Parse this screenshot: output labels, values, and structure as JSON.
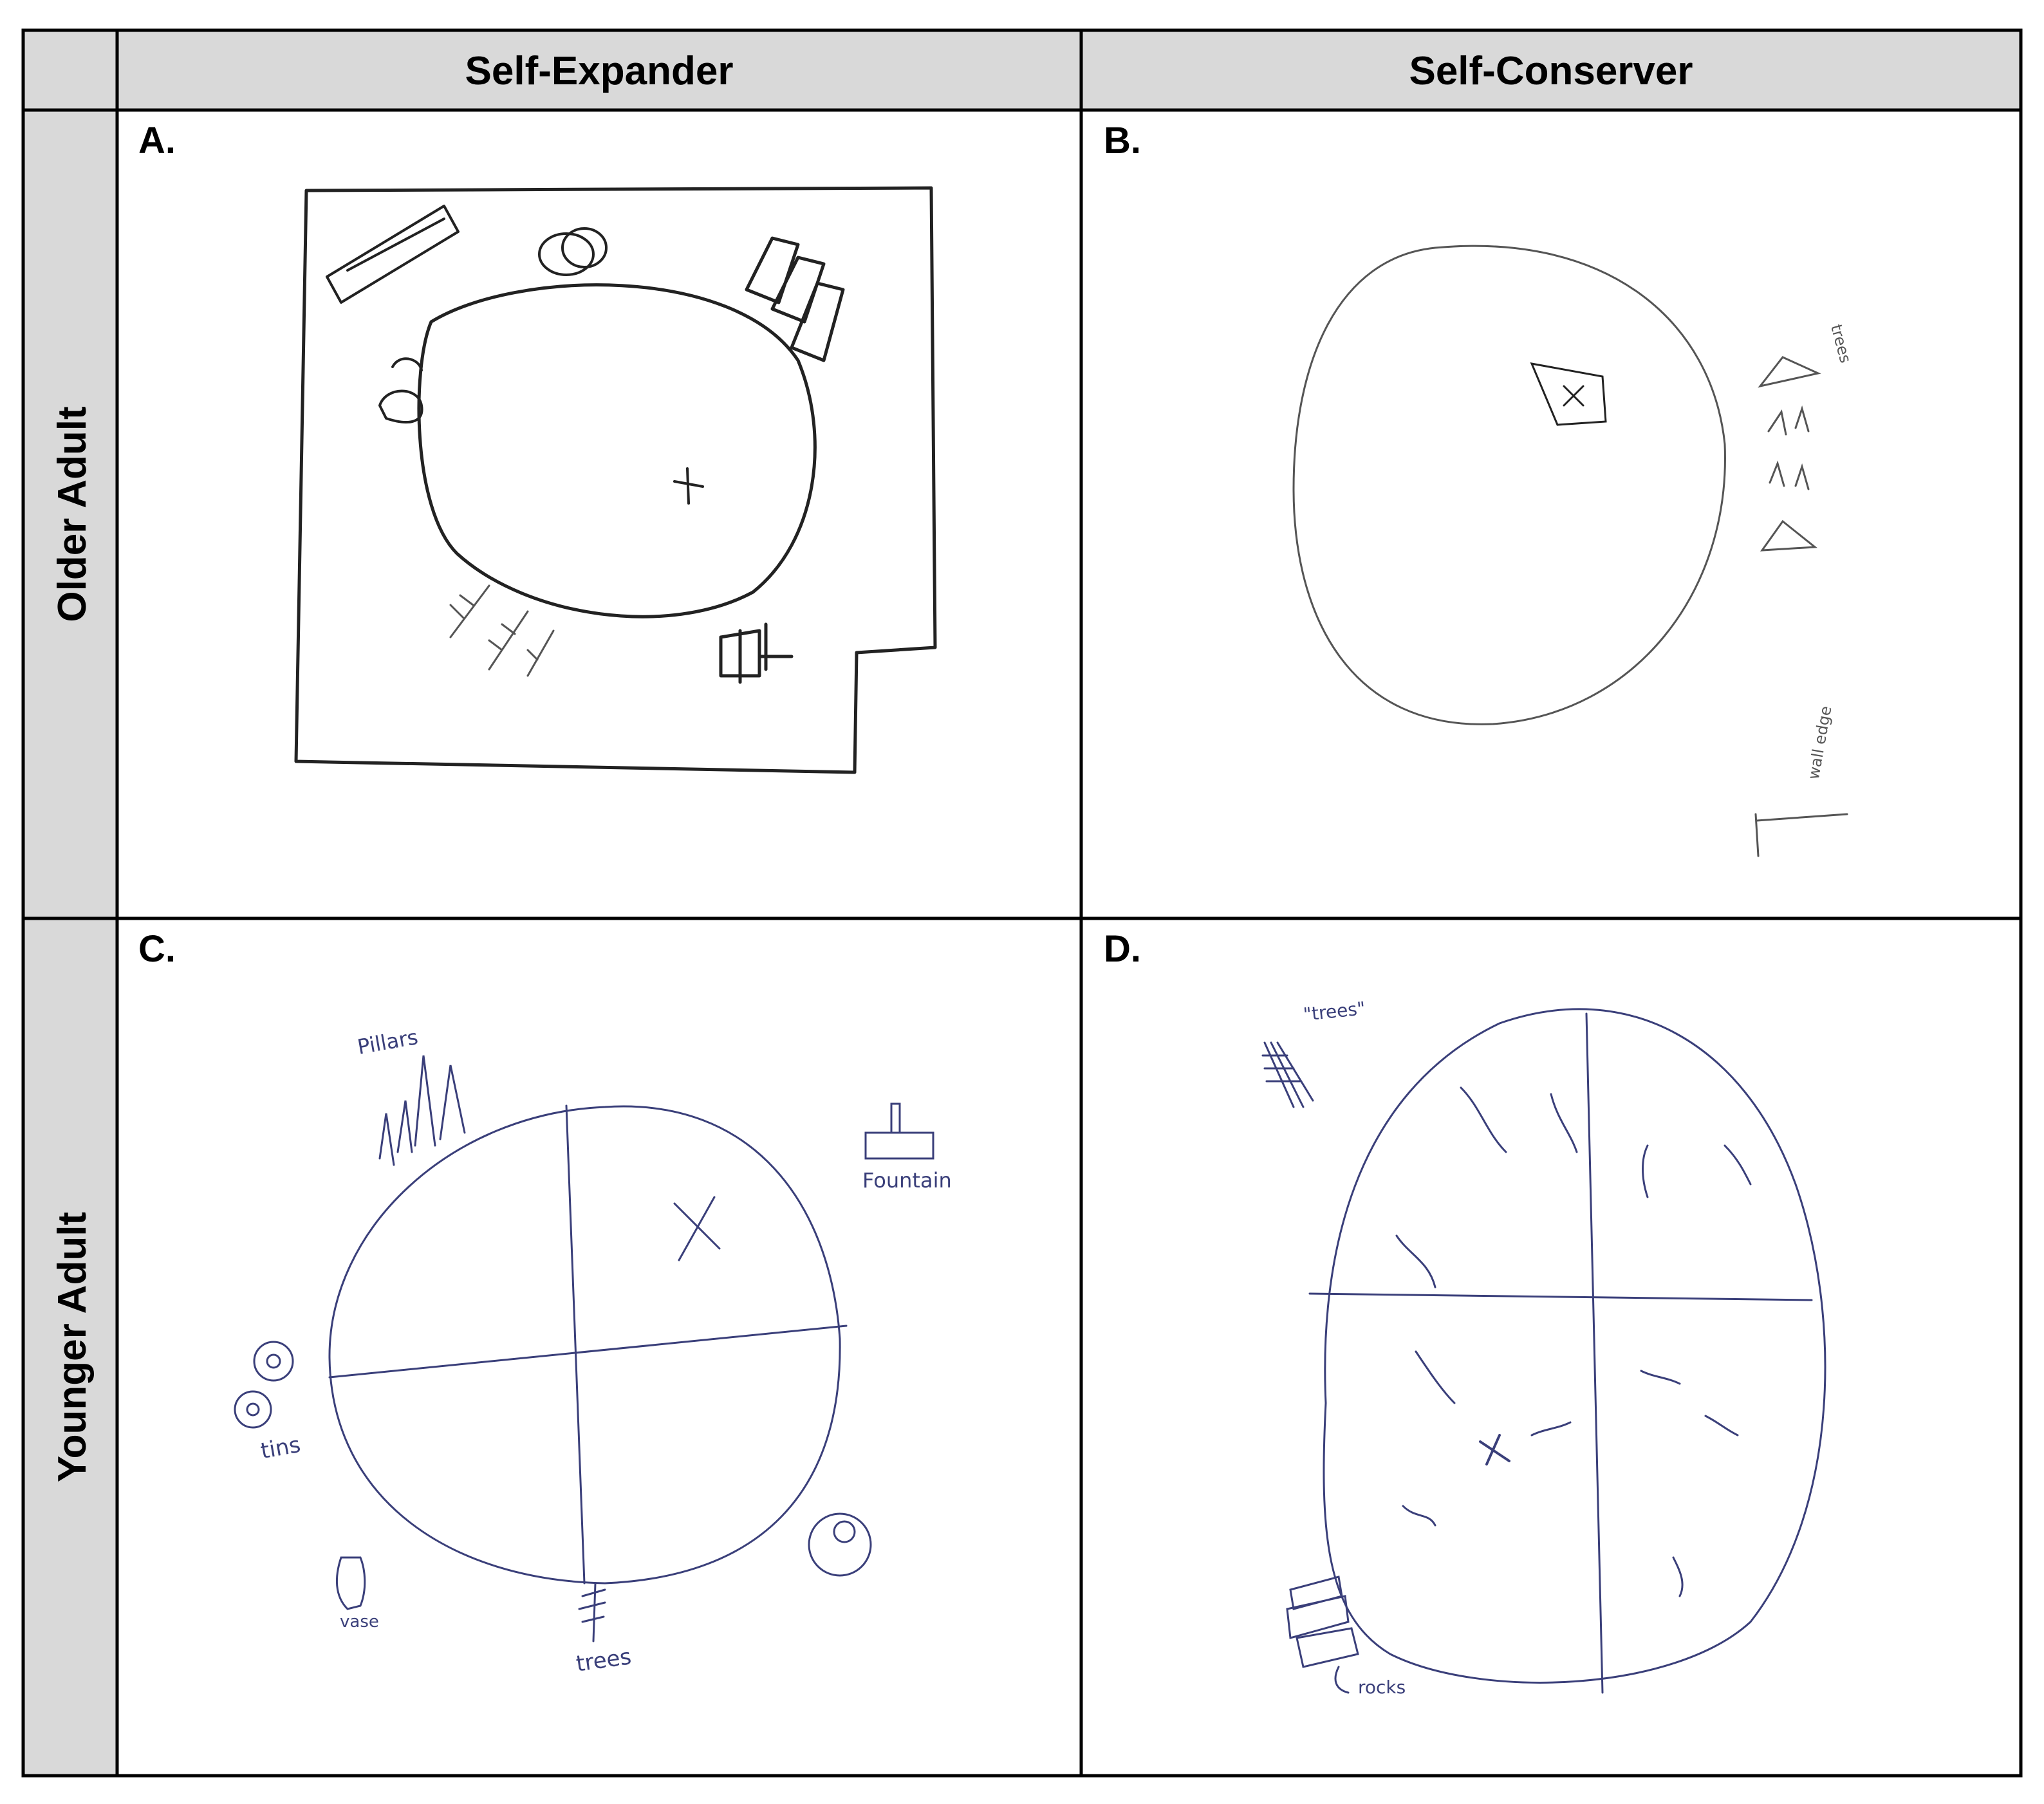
{
  "columns": [
    "Self-Expander",
    "Self-Conserver"
  ],
  "rows": [
    "Older Adult",
    "Younger Adult"
  ],
  "panels": {
    "A": {
      "label": "A."
    },
    "B": {
      "label": "B.",
      "annotations": [
        "trees",
        "wall edge"
      ]
    },
    "C": {
      "label": "C.",
      "annotations": [
        "Pillars",
        "Fountain",
        "tins",
        "vase",
        "trees"
      ]
    },
    "D": {
      "label": "D.",
      "annotations": [
        "\"trees\"",
        "rocks"
      ]
    }
  },
  "colors": {
    "header_bg": "#d9d9d9",
    "border": "#000000",
    "ink_pencil": "#222222",
    "ink_pen": "#3a3f7a"
  }
}
